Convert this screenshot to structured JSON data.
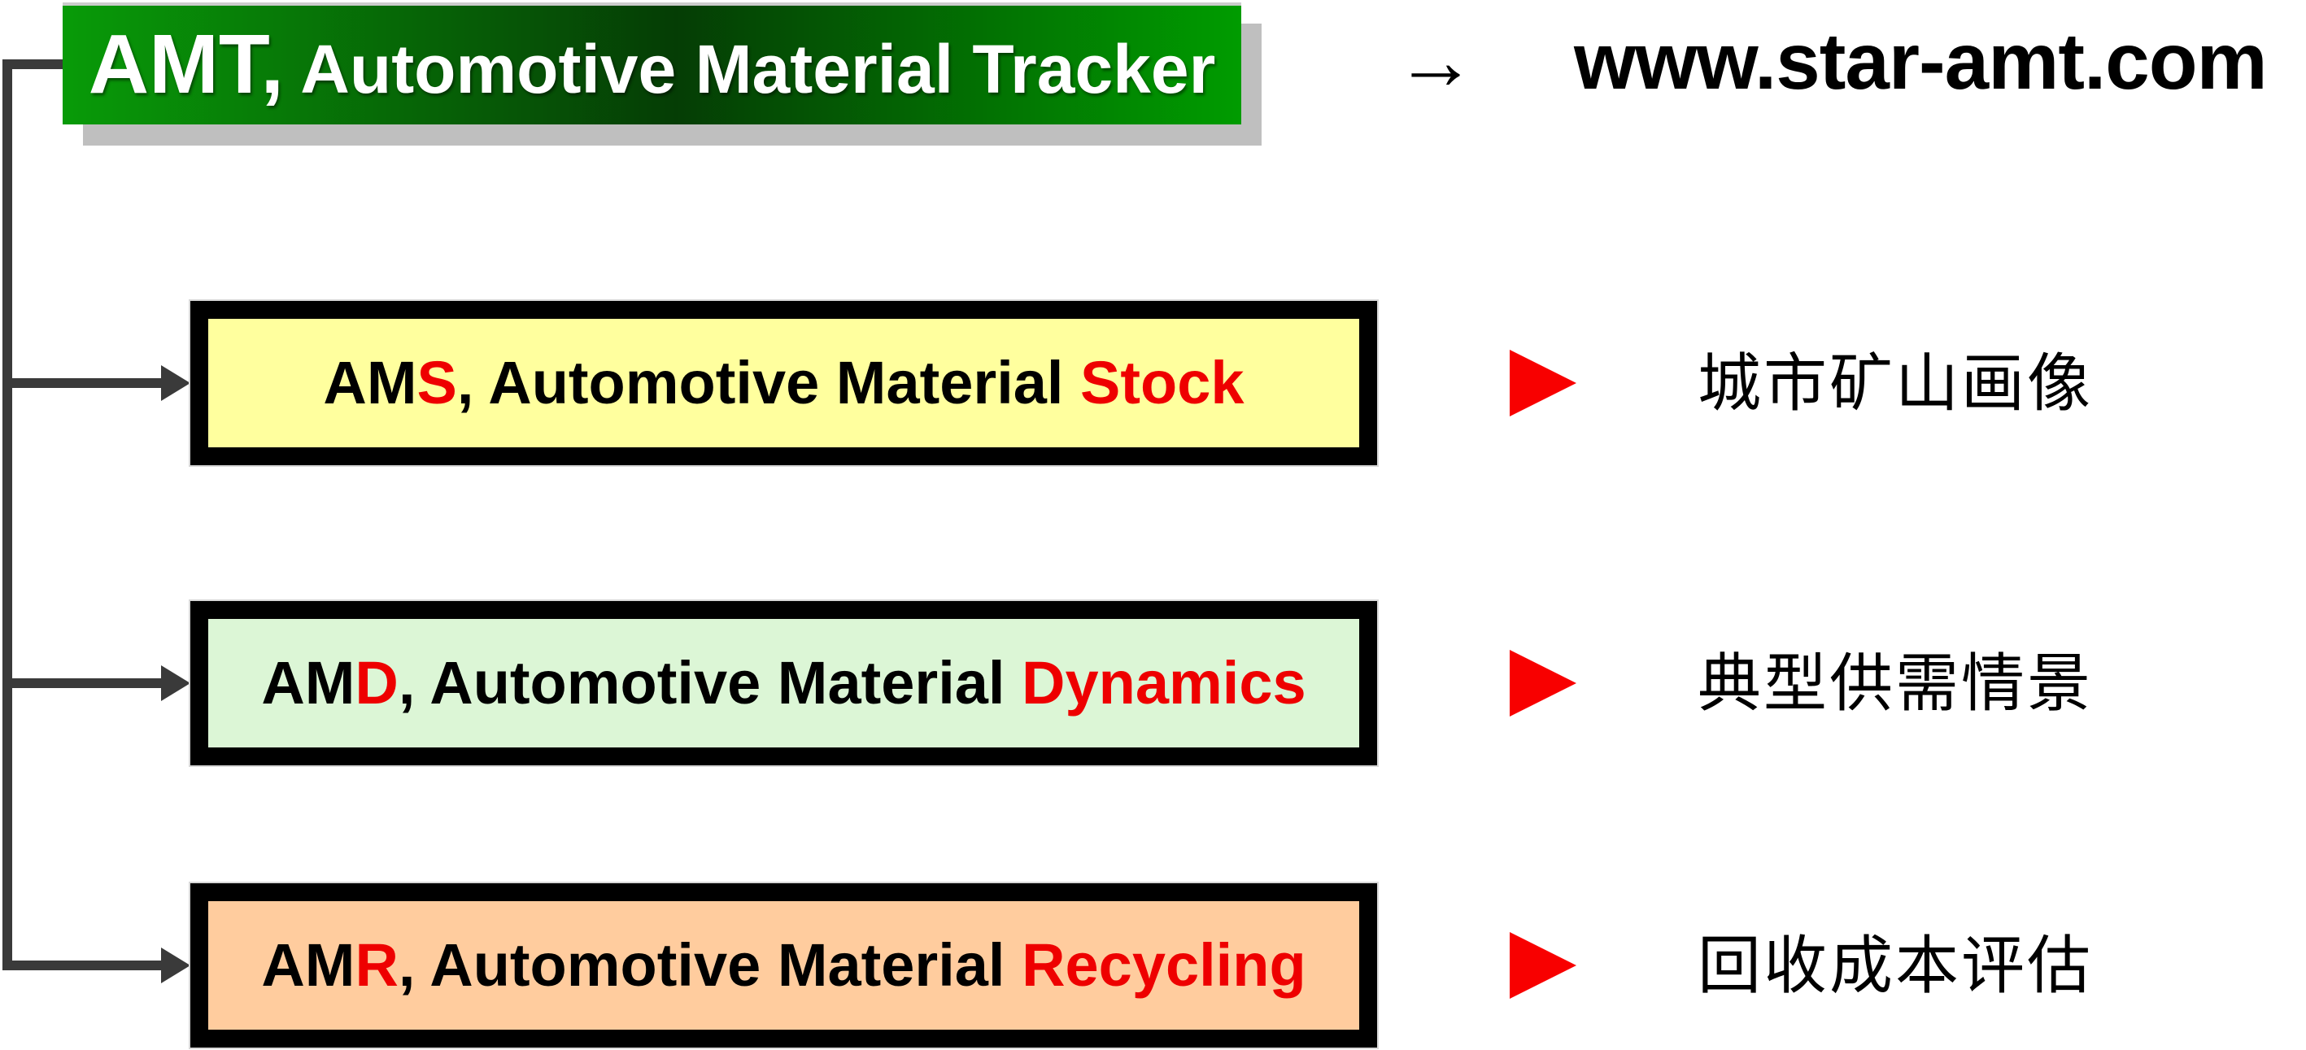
{
  "header": {
    "product_big": "AMT,",
    "product_rest": " Automotive Material Tracker",
    "arrow_glyph": "→",
    "website": "www.star-amt.com"
  },
  "modules": [
    {
      "prefix": "AM",
      "key_letter": "S",
      "middle": ", Automotive Material ",
      "keyword": "Stock",
      "fill": "#FFFF9E",
      "label_zh": "城市矿山画像"
    },
    {
      "prefix": "AM",
      "key_letter": "D",
      "middle": ", Automotive Material ",
      "keyword": "Dynamics",
      "fill": "#DCF6D6",
      "label_zh": "典型供需情景"
    },
    {
      "prefix": "AM",
      "key_letter": "R",
      "middle": ", Automotive Material ",
      "keyword": "Recycling",
      "fill": "#FFCC9E",
      "label_zh": "回收成本评估"
    }
  ],
  "colors": {
    "highlight_red": "#ee0000",
    "pointer_red": "#f80000",
    "connector_gray": "#3a3a3a",
    "amt_gradient": [
      "#089b08",
      "#053d05",
      "#009c00"
    ],
    "amt_shadow_gray": "#bfbfbf"
  }
}
